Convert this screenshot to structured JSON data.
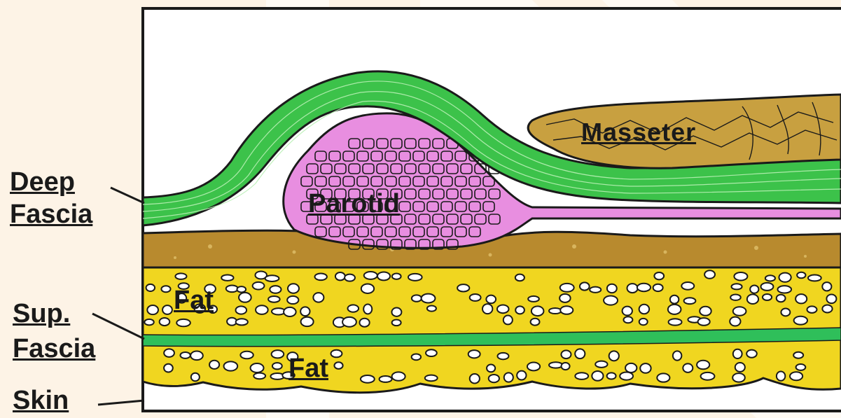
{
  "labels": {
    "deep_fascia_line1": "Deep",
    "deep_fascia_line2": "Fascia",
    "sup_fascia_line1": "Sup.",
    "sup_fascia_line2": "Fascia",
    "skin": "Skin",
    "parotid": "Parotid",
    "masseter": "Masseter",
    "fat_upper": "Fat",
    "fat_lower": "Fat"
  },
  "colors": {
    "deep_fascia": "#3cc24a",
    "parotid": "#e88ee0",
    "masseter": "#c8a040",
    "platysma_layer": "#b88a2e",
    "fat": "#f0d620",
    "sup_fascia": "#2fbf5a",
    "outline": "#1a1a1a",
    "background": "#fdf3e6"
  }
}
